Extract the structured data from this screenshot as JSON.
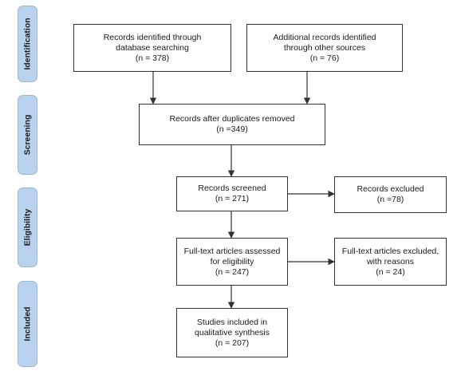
{
  "stages": [
    {
      "key": "identification",
      "label": "Identification"
    },
    {
      "key": "screening",
      "label": "Screening"
    },
    {
      "key": "eligibility",
      "label": "Eligibility"
    },
    {
      "key": "included",
      "label": "Included"
    }
  ],
  "boxes": {
    "database": {
      "lines": [
        "Records identified through",
        "database searching",
        "(n = 378)"
      ]
    },
    "other_sources": {
      "lines": [
        "Additional records identified",
        "through other sources",
        "(n = 76)"
      ]
    },
    "duplicates_removed": {
      "lines": [
        "Records after duplicates removed",
        "(n =349)"
      ]
    },
    "screened": {
      "lines": [
        "Records screened",
        "(n = 271)"
      ]
    },
    "excluded": {
      "lines": [
        "Records excluded",
        "(n =78)"
      ]
    },
    "fulltext_assessed": {
      "lines": [
        "Full-text articles assessed",
        "for eligibility",
        "(n = 247)"
      ]
    },
    "fulltext_excluded": {
      "lines": [
        "Full-text articles excluded,",
        "with reasons",
        "(n = 24)"
      ]
    },
    "included": {
      "lines": [
        "Studies included in",
        "qualitative synthesis",
        "(n = 207)"
      ]
    }
  },
  "colors": {
    "stage_fill": "#b9d3ee",
    "line": "#333333"
  }
}
